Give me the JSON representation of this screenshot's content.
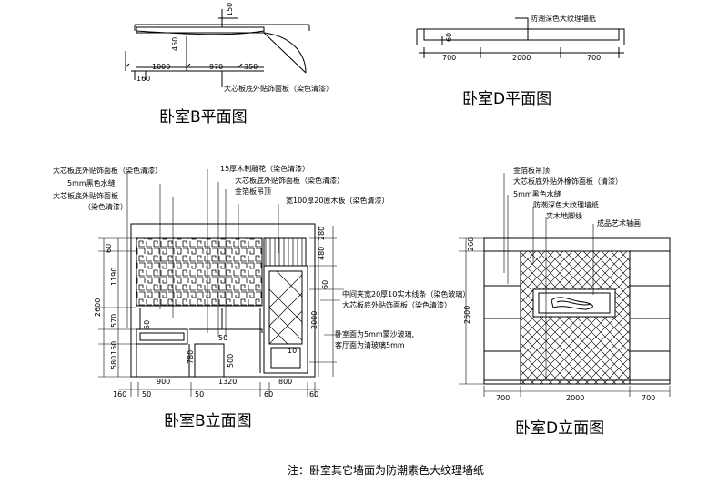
{
  "titles": {
    "plan_b": "卧室B平面图",
    "plan_d": "卧室D平面图",
    "elev_b": "卧室B立面图",
    "elev_d": "卧室D立面图"
  },
  "footnote": "注：卧室其它墙面为防潮素色大纹理墙纸",
  "plan_b": {
    "dims": [
      "150",
      "450",
      "1000",
      "970",
      "350",
      "160"
    ],
    "notes": [
      "大芯板底外贴饰面板（染色清漆）"
    ]
  },
  "plan_d": {
    "dims": [
      "60",
      "700",
      "2000",
      "700"
    ],
    "notes": [
      "防潮深色大纹理墙纸"
    ]
  },
  "elev_b": {
    "dims_left": [
      "60",
      "1190",
      "2600",
      "570",
      "150",
      "580",
      "50"
    ],
    "dims_inner": [
      "780",
      "500"
    ],
    "dims_right": [
      "280",
      "480",
      "60",
      "2000"
    ],
    "dims_bottom": [
      "900",
      "1320",
      "800",
      "160",
      "50",
      "50",
      "60",
      "60"
    ],
    "drawer_dims": [
      "10",
      "50"
    ],
    "notes_left": [
      "大芯板底外贴饰面板（染色清漆）",
      "5mm黑色水缝",
      "大芯板底外贴饰面板",
      "（染色清漆）"
    ],
    "notes_top": [
      "15厚木制雕花（染色清漆）",
      "大芯板底外贴饰面板（染色清漆）",
      "金箔板吊顶",
      "宽100厚20原木板（染色清漆）"
    ],
    "notes_right": [
      "中间夹宽20厚10实木线条（染色玻璃）",
      "大芯板底外贴饰面板（染色清漆）",
      "卧室面为5mm蒙沙玻璃,",
      "客厅面为清玻璃5mm"
    ]
  },
  "elev_d": {
    "dims_left": [
      "260",
      "2600"
    ],
    "dims_bottom": [
      "700",
      "2000",
      "700"
    ],
    "notes": [
      "金箔板吊顶",
      "大芯板底外贴外橡饰面板（清漆）",
      "5mm黑色水缝",
      "防潮深色大纹理墙纸",
      "实木地脚线",
      "成品艺术轴画"
    ]
  }
}
